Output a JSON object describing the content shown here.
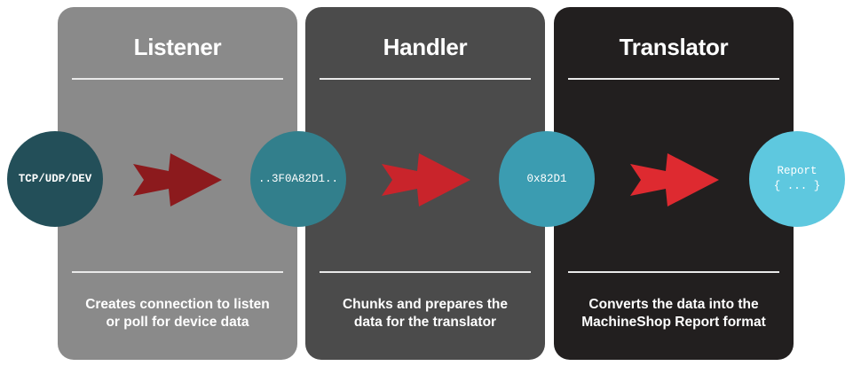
{
  "stages": [
    {
      "title": "Listener",
      "description": "Creates connection to listen\nor poll for device data"
    },
    {
      "title": "Handler",
      "description": "Chunks and prepares the\ndata for the translator"
    },
    {
      "title": "Translator",
      "description": "Converts the data into the\nMachineShop Report format"
    }
  ],
  "nodes": [
    {
      "label": "TCP/UDP/DEV"
    },
    {
      "label": "..3F0A82D1.."
    },
    {
      "label": "0x82D1"
    },
    {
      "label": "Report\n{ ... }"
    }
  ],
  "colors": {
    "panel_listener": "#8a8a8a",
    "panel_handler": "#4b4b4b",
    "panel_translator": "#221f1f",
    "arrow_1": "#8c1a1d",
    "arrow_2": "#c9242b",
    "arrow_3": "#de2a30",
    "node_1": "#234f59",
    "node_2": "#327f8c",
    "node_3": "#3b9cb1",
    "node_4": "#5ec8df"
  }
}
